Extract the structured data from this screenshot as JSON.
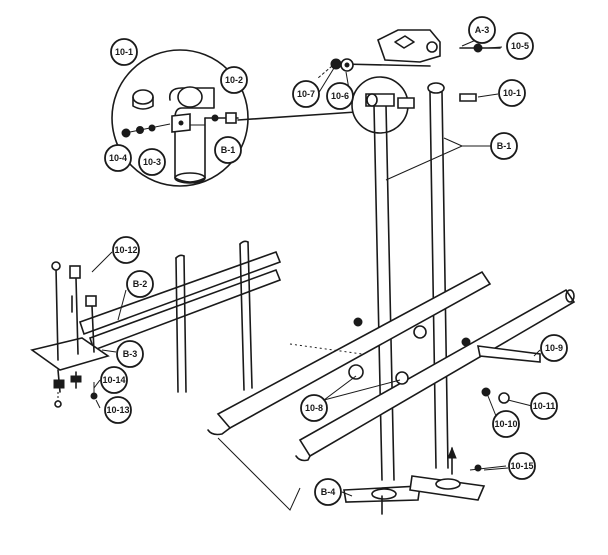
{
  "labels": {
    "l_10_1a": "10-1",
    "l_10_2": "10-2",
    "l_10_4": "10-4",
    "l_10_3": "10-3",
    "l_b_1a": "B-1",
    "l_a_3": "A-3",
    "l_10_5": "10-5",
    "l_10_7": "10-7",
    "l_10_6": "10-6",
    "l_10_1b": "10-1",
    "l_b_1b": "B-1",
    "l_10_12": "10-12",
    "l_b_2": "B-2",
    "l_b_3": "B-3",
    "l_10_14": "10-14",
    "l_10_13": "10-13",
    "l_10_8": "10-8",
    "l_10_9": "10-9",
    "l_10_10": "10-10",
    "l_10_11": "10-11",
    "l_10_15": "10-15",
    "l_b_4": "B-4"
  }
}
